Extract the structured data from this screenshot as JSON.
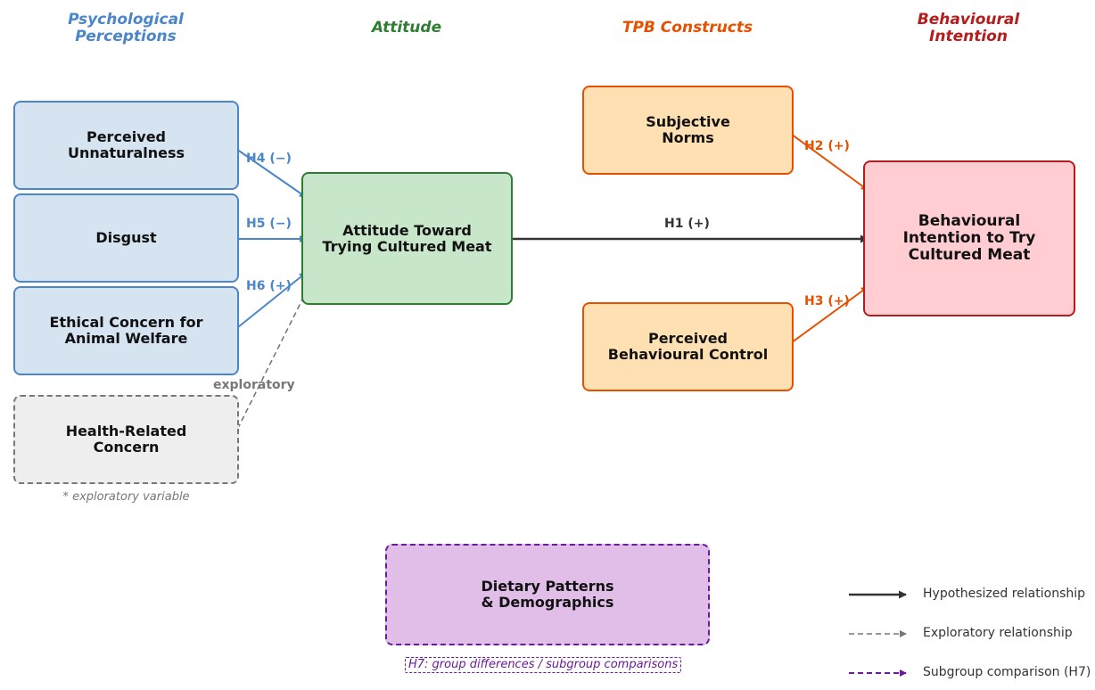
{
  "headers": {
    "psych": [
      "Psychological",
      "Perceptions"
    ],
    "attitude": [
      "Attitude"
    ],
    "tpb": [
      "TPB Constructs"
    ],
    "intention": [
      "Behavioural",
      "Intention"
    ]
  },
  "boxes": {
    "unnaturalness": [
      "Perceived",
      "Unnaturalness"
    ],
    "disgust": [
      "Disgust"
    ],
    "ethical": [
      "Ethical Concern for",
      "Animal Welfare"
    ],
    "health": [
      "Health-Related",
      "Concern"
    ],
    "attitude": [
      "Attitude Toward",
      "Trying Cultured Meat"
    ],
    "norms": [
      "Subjective",
      "Norms"
    ],
    "pbc": [
      "Perceived",
      "Behavioural Control"
    ],
    "intention": [
      "Behavioural",
      "Intention to Try",
      "Cultured Meat"
    ],
    "dietary": [
      "Dietary Patterns",
      "& Demographics"
    ]
  },
  "labels": {
    "h4": "H4 (−)",
    "h5": "H5 (−)",
    "h6": "H6 (+)",
    "h1": "H1 (+)",
    "h2": "H2 (+)",
    "h3": "H3 (+)",
    "exploratory": "exploratory"
  },
  "notes": {
    "exploratory_variable": "* exploratory variable",
    "h7": "H7: group differences / subgroup comparisons"
  },
  "legend": {
    "hypothesized": "Hypothesized relationship",
    "exploratory": "Exploratory relationship",
    "subgroup": "Subgroup comparison (H7)"
  },
  "colors": {
    "blue": "#4a86c8",
    "green": "#2e7d32",
    "orange": "#e65100",
    "red": "#b71c1c",
    "purple": "#6a1b9a",
    "gray": "#777777",
    "dark": "#333333"
  }
}
